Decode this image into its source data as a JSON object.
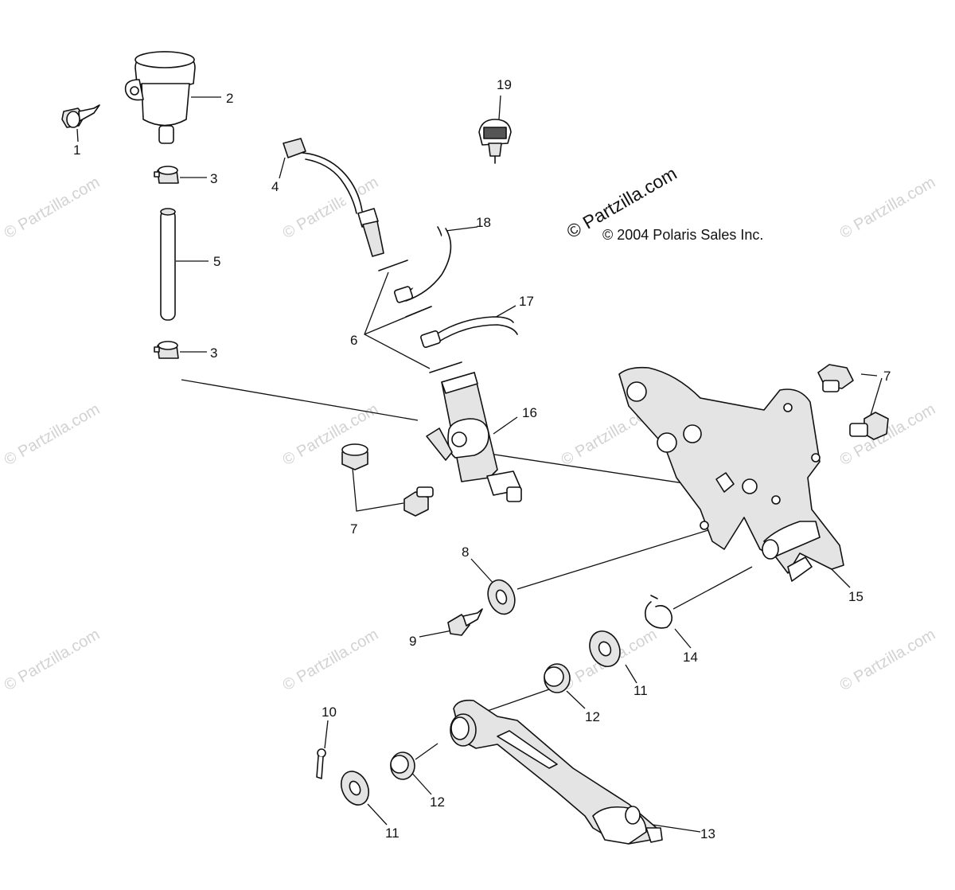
{
  "diagram": {
    "copyright": "© 2004 Polaris Sales Inc.",
    "brand_mark": "© Partzilla.com",
    "watermark": "© Partzilla.com",
    "callouts": [
      {
        "id": "c1",
        "label": "1"
      },
      {
        "id": "c2",
        "label": "2"
      },
      {
        "id": "c3a",
        "label": "3"
      },
      {
        "id": "c3b",
        "label": "3"
      },
      {
        "id": "c4",
        "label": "4"
      },
      {
        "id": "c5",
        "label": "5"
      },
      {
        "id": "c6",
        "label": "6"
      },
      {
        "id": "c7a",
        "label": "7"
      },
      {
        "id": "c7b",
        "label": "7"
      },
      {
        "id": "c8",
        "label": "8"
      },
      {
        "id": "c9",
        "label": "9"
      },
      {
        "id": "c10",
        "label": "10"
      },
      {
        "id": "c11a",
        "label": "11"
      },
      {
        "id": "c11b",
        "label": "11"
      },
      {
        "id": "c12a",
        "label": "12"
      },
      {
        "id": "c12b",
        "label": "12"
      },
      {
        "id": "c13",
        "label": "13"
      },
      {
        "id": "c14",
        "label": "14"
      },
      {
        "id": "c15",
        "label": "15"
      },
      {
        "id": "c16",
        "label": "16"
      },
      {
        "id": "c17",
        "label": "17"
      },
      {
        "id": "c18",
        "label": "18"
      },
      {
        "id": "c19",
        "label": "19"
      }
    ]
  }
}
